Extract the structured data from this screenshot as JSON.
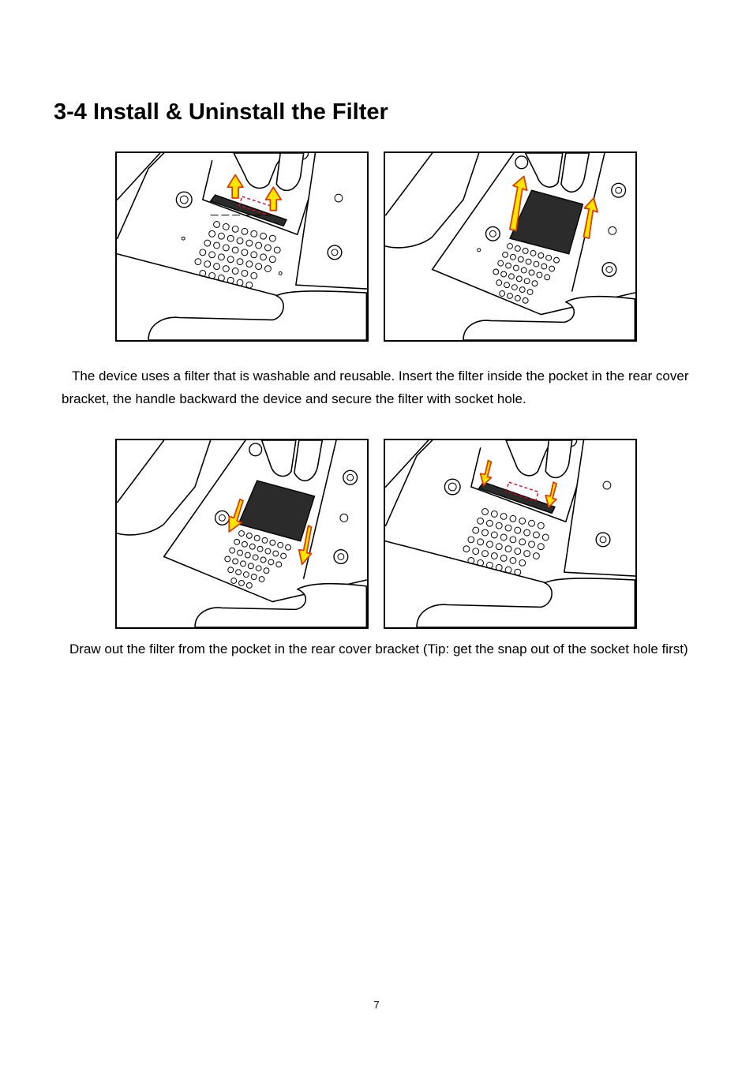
{
  "section": {
    "title": "3-4 Install & Uninstall the Filter"
  },
  "paragraphs": {
    "install": "The device uses a filter that is washable and reusable. Insert the filter inside the pocket in the rear cover bracket, the handle backward the device and secure the filter with socket hole.",
    "uninstall": "Draw out the filter from the pocket in the rear cover bracket (Tip: get the snap out of the socket hole first)"
  },
  "footer": {
    "page_number": "7"
  },
  "colors": {
    "arrow_fill": "#ffe600",
    "arrow_outline": "#e03a00",
    "dashed_marker": "#e8001c"
  }
}
